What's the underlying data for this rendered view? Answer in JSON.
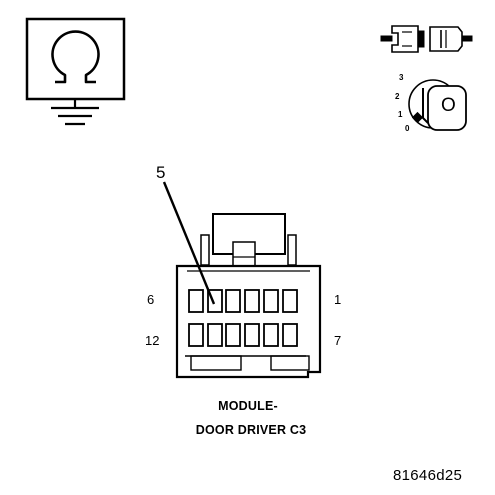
{
  "connector": {
    "callout_pin": "5",
    "left_top_pin": "6",
    "right_top_pin": "1",
    "left_bottom_pin": "12",
    "right_bottom_pin": "7",
    "caption_line1": "MODULE-",
    "caption_line2": "DOOR DRIVER C3"
  },
  "ignition": {
    "positions": [
      "3",
      "2",
      "1",
      "0"
    ],
    "key_letter": "O"
  },
  "figure_id": "81646d25",
  "icons": {
    "ohmmeter": "ohmmeter-ground-icon",
    "connector_pair": "connector-disconnected-icon",
    "ignition": "ignition-key-off-icon"
  }
}
